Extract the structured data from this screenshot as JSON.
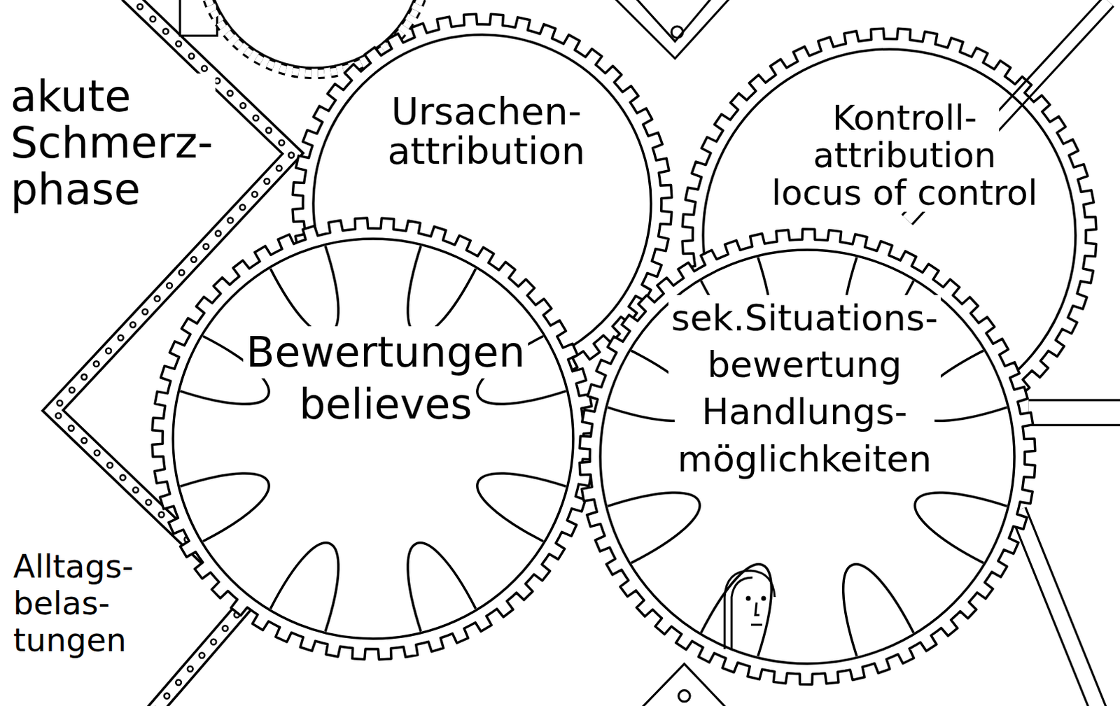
{
  "diagram": {
    "nodes": [
      {
        "text": [
          "Ursachen- attribution"
        ]
      },
      {
        "text": [
          "Kontroll- attribution",
          "locus of control"
        ]
      },
      {
        "text": [
          "Bewertungen",
          "believes"
        ]
      },
      {
        "text": [
          "sek.Situations- bewertung",
          "Handlungs- möglichkeiten"
        ]
      }
    ],
    "labels": [
      "akute Schmerz- phase",
      "Alltags- belas- tungen"
    ]
  }
}
